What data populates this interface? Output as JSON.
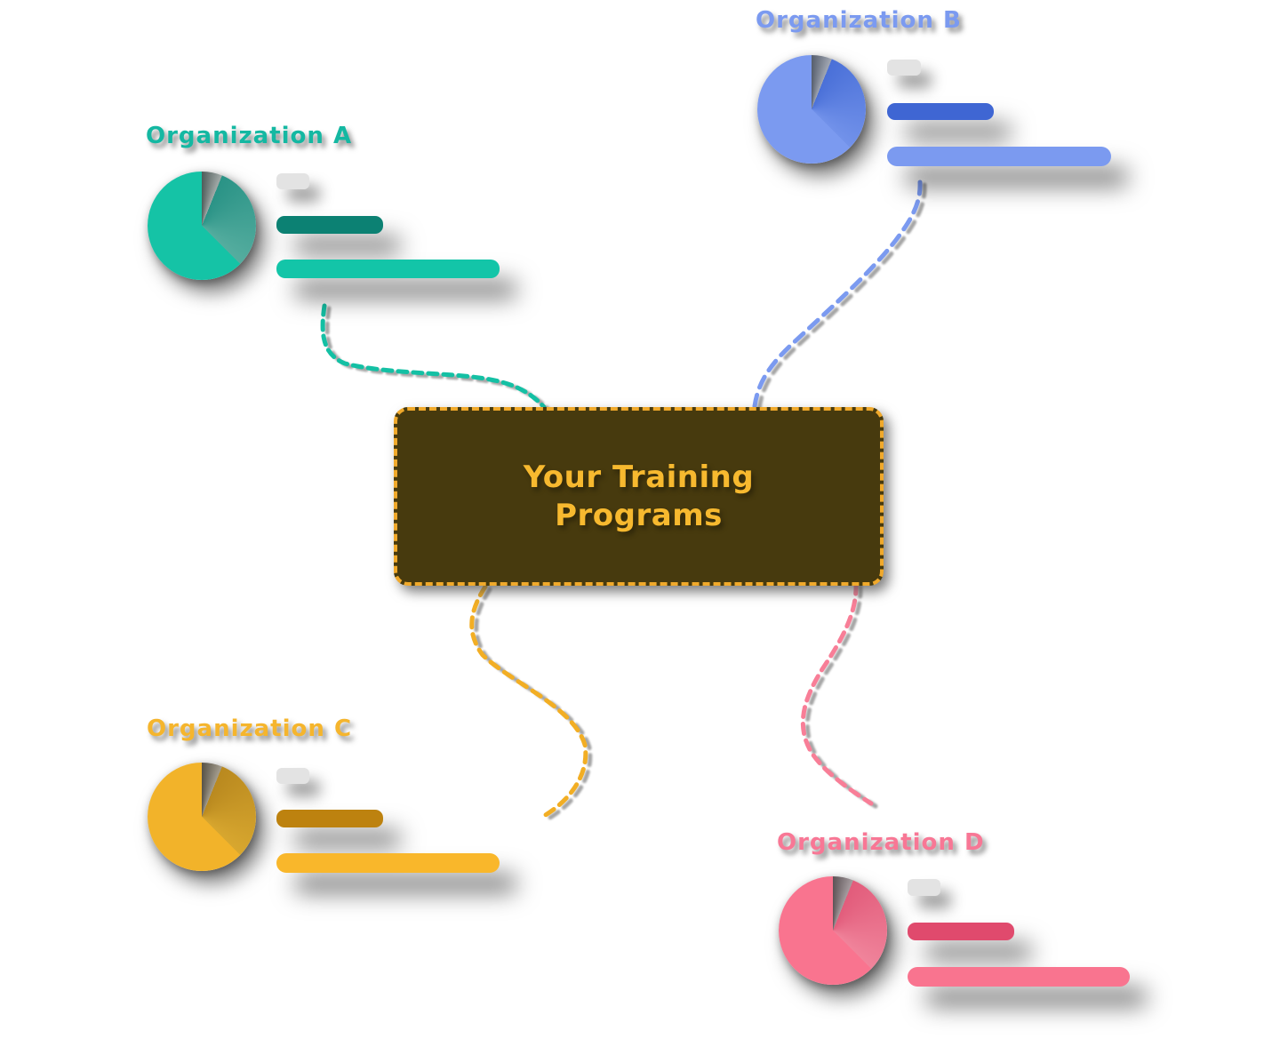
{
  "page": {
    "background_color": "#ffffff"
  },
  "center_box": {
    "label_line1": "Your Training",
    "label_line2": "Programs",
    "bg_color": "#473a0e",
    "border_color": "#f0a92b",
    "text_color": "#f7b92f"
  },
  "legend_chip_color": "#e3e3e3",
  "organizations": [
    {
      "label": "Organization A",
      "title_color": "#14b8a2",
      "line_color": "#14c0a4",
      "bar_medium_color": "#0c8173",
      "bar_long_color": "#13c5a8",
      "pie": {
        "gray_from": "#4f5c5a",
        "gray_to": "#a3aba9",
        "slice_from": "#2a9386",
        "slice_to": "#55ad9f",
        "main": "#15c3a6",
        "gray_deg": 22,
        "slice_deg": 135
      },
      "chart": {
        "type": "pie",
        "slices": [
          {
            "name": "main",
            "pct": 62
          },
          {
            "name": "secondary",
            "pct": 32
          },
          {
            "name": "gray",
            "pct": 6
          }
        ],
        "bars_relative": {
          "chip": 0.15,
          "medium": 0.48,
          "long": 1.0
        }
      }
    },
    {
      "label": "Organization B",
      "title_color": "#7b9af0",
      "line_color": "#7b9af0",
      "bar_medium_color": "#3f66d3",
      "bar_long_color": "#7b9af0",
      "pie": {
        "gray_from": "#565e6c",
        "gray_to": "#a2a8b4",
        "slice_from": "#4a70d8",
        "slice_to": "#7292ea",
        "main": "#7b9af0",
        "gray_deg": 22,
        "slice_deg": 135
      },
      "chart": {
        "type": "pie",
        "slices": [
          {
            "name": "main",
            "pct": 62
          },
          {
            "name": "secondary",
            "pct": 32
          },
          {
            "name": "gray",
            "pct": 6
          }
        ],
        "bars_relative": {
          "chip": 0.15,
          "medium": 0.48,
          "long": 1.0
        }
      }
    },
    {
      "label": "Organization C",
      "title_color": "#f5b52d",
      "line_color": "#f2ae24",
      "bar_medium_color": "#bd820f",
      "bar_long_color": "#f9b72b",
      "pie": {
        "gray_from": "#575247",
        "gray_to": "#a59e8f",
        "slice_from": "#b9891f",
        "slice_to": "#d8a72f",
        "main": "#f2b32a",
        "gray_deg": 22,
        "slice_deg": 135
      },
      "chart": {
        "type": "pie",
        "slices": [
          {
            "name": "main",
            "pct": 62
          },
          {
            "name": "secondary",
            "pct": 32
          },
          {
            "name": "gray",
            "pct": 6
          }
        ],
        "bars_relative": {
          "chip": 0.15,
          "medium": 0.48,
          "long": 1.0
        }
      }
    },
    {
      "label": "Organization D",
      "title_color": "#f87795",
      "line_color": "#f87e97",
      "bar_medium_color": "#e04a6d",
      "bar_long_color": "#f9748f",
      "pie": {
        "gray_from": "#5d5356",
        "gray_to": "#a69da0",
        "slice_from": "#e25c7b",
        "slice_to": "#f0849b",
        "main": "#f9748f",
        "gray_deg": 22,
        "slice_deg": 135
      },
      "chart": {
        "type": "pie",
        "slices": [
          {
            "name": "main",
            "pct": 62
          },
          {
            "name": "secondary",
            "pct": 32
          },
          {
            "name": "gray",
            "pct": 6
          }
        ],
        "bars_relative": {
          "chip": 0.15,
          "medium": 0.48,
          "long": 1.0
        }
      }
    }
  ]
}
